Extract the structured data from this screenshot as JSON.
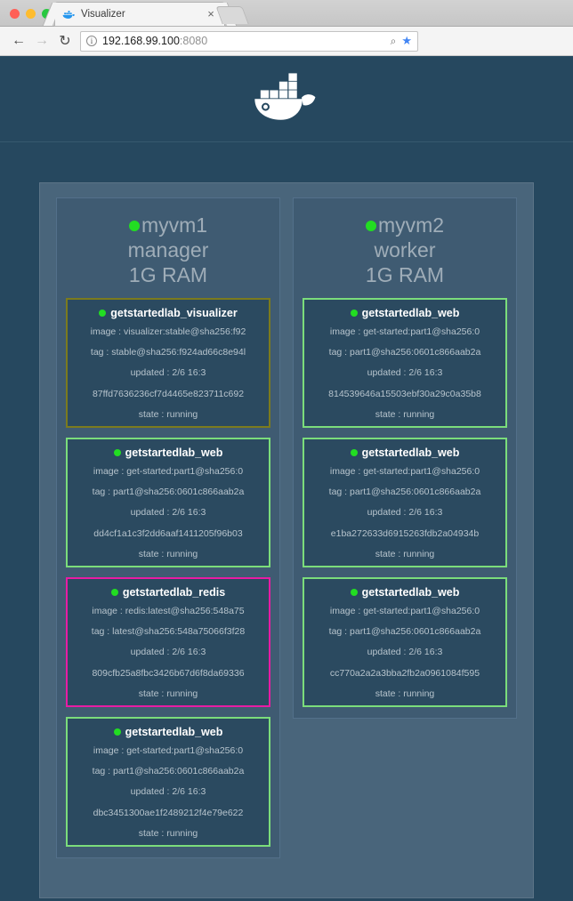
{
  "browser": {
    "tab": {
      "title": "Visualizer",
      "favicon": "docker-whale-icon",
      "close_label": "×"
    },
    "toolbar": {
      "back_label": "←",
      "forward_label": "→",
      "reload_label": "↻",
      "info_label": "i",
      "url": "192.168.99.100",
      "port": ":8080",
      "zoom_label": "⌕",
      "bookmark_label": "★"
    }
  },
  "page": {
    "logo": "docker-whale-logo",
    "nodes": [
      {
        "name": "myvm1",
        "role": "manager",
        "memory": "1G RAM",
        "status_color": "#22dd22",
        "containers": [
          {
            "name": "getstartedlab_visualizer",
            "border_color": "olive",
            "image": "image : visualizer:stable@sha256:f92",
            "tag": "tag : stable@sha256:f924ad66c8e94l",
            "updated": "updated : 2/6 16:3",
            "id": "87ffd7636236cf7d4465e823711c692",
            "state": "state : running"
          },
          {
            "name": "getstartedlab_web",
            "border_color": "green",
            "image": "image : get-started:part1@sha256:0",
            "tag": "tag : part1@sha256:0601c866aab2a",
            "updated": "updated : 2/6 16:3",
            "id": "dd4cf1a1c3f2dd6aaf1411205f96b03",
            "state": "state : running"
          },
          {
            "name": "getstartedlab_redis",
            "border_color": "magenta",
            "image": "image : redis:latest@sha256:548a75",
            "tag": "tag : latest@sha256:548a75066f3f28",
            "updated": "updated : 2/6 16:3",
            "id": "809cfb25a8fbc3426b67d6f8da69336",
            "state": "state : running"
          },
          {
            "name": "getstartedlab_web",
            "border_color": "green",
            "image": "image : get-started:part1@sha256:0",
            "tag": "tag : part1@sha256:0601c866aab2a",
            "updated": "updated : 2/6 16:3",
            "id": "dbc3451300ae1f2489212f4e79e622",
            "state": "state : running"
          }
        ]
      },
      {
        "name": "myvm2",
        "role": "worker",
        "memory": "1G RAM",
        "status_color": "#22dd22",
        "containers": [
          {
            "name": "getstartedlab_web",
            "border_color": "green",
            "image": "image : get-started:part1@sha256:0",
            "tag": "tag : part1@sha256:0601c866aab2a",
            "updated": "updated : 2/6 16:3",
            "id": "814539646a15503ebf30a29c0a35b8",
            "state": "state : running"
          },
          {
            "name": "getstartedlab_web",
            "border_color": "green",
            "image": "image : get-started:part1@sha256:0",
            "tag": "tag : part1@sha256:0601c866aab2a",
            "updated": "updated : 2/6 16:3",
            "id": "e1ba272633d6915263fdb2a04934b",
            "state": "state : running"
          },
          {
            "name": "getstartedlab_web",
            "border_color": "green",
            "image": "image : get-started:part1@sha256:0",
            "tag": "tag : part1@sha256:0601c866aab2a",
            "updated": "updated : 2/6 16:3",
            "id": "cc770a2a2a3bba2fb2a0961084f595",
            "state": "state : running"
          }
        ]
      }
    ]
  },
  "colors": {
    "page_bg": "#26485f",
    "board_bg": "#49657b",
    "node_bg": "#3f5b72",
    "card_bg": "#2b4a60",
    "running_green": "#22dd22",
    "border_olive": "#7b7b1e",
    "border_magenta": "#e81ca4",
    "border_green": "#7bdd7b"
  }
}
